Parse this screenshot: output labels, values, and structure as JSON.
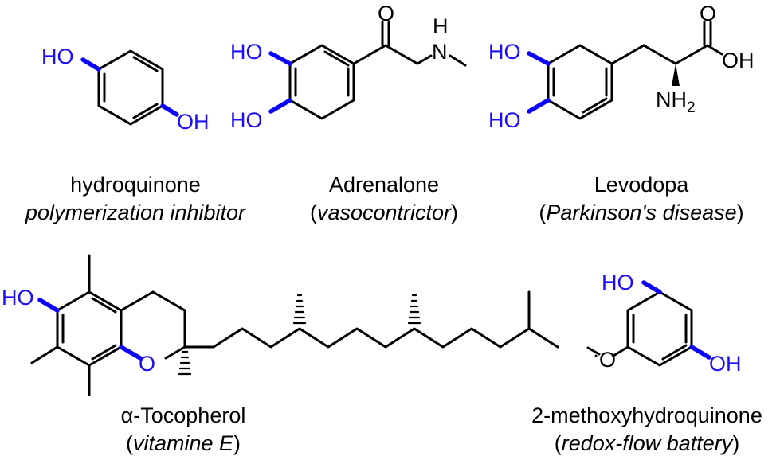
{
  "colors": {
    "heteroatom": "#1a0dff",
    "bond": "#000000"
  },
  "atoms": {
    "hq_oh1": "HO",
    "hq_oh2": "OH",
    "adr_oh1": "HO",
    "adr_oh2": "HO",
    "adr_o": "O",
    "adr_h": "H",
    "adr_n": "N",
    "lev_oh1": "HO",
    "lev_oh2": "HO",
    "lev_o": "O",
    "lev_oh": "OH",
    "lev_nh": "NH",
    "lev_nh_sub": "2",
    "toc_oh": "HO",
    "toc_o": "O",
    "mhq_oh1": "HO",
    "mhq_o": "O",
    "mhq_oh2": "OH"
  },
  "molecules": [
    {
      "id": "hydroquinone",
      "name": "hydroquinone",
      "use_open": "",
      "use": "polymerization inhibitor",
      "use_close": ""
    },
    {
      "id": "adrenalone",
      "name": "Adrenalone",
      "use_open": "(",
      "use": "vasocontrictor",
      "use_close": ")"
    },
    {
      "id": "levodopa",
      "name": "Levodopa",
      "use_open": "(",
      "use": "Parkinson's disease",
      "use_close": ")"
    },
    {
      "id": "tocopherol",
      "name": "α-Tocopherol",
      "use_open": "(",
      "use": "vitamine E",
      "use_close": ")"
    },
    {
      "id": "methoxyhydroquinone",
      "name": "2-methoxyhydroquinone",
      "use_open": "(",
      "use": "redox-flow battery",
      "use_close": ")"
    }
  ]
}
